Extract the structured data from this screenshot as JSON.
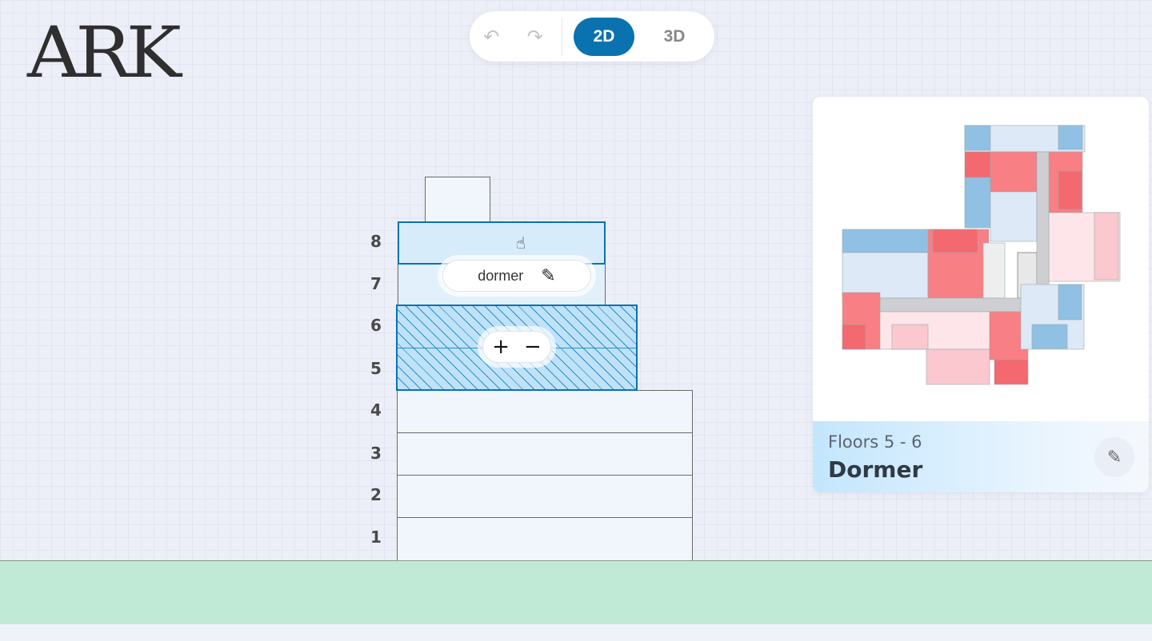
{
  "logo": {
    "text": "ARK"
  },
  "toolbar": {
    "undo_icon": "undo-icon",
    "redo_icon": "redo-icon",
    "view_2d": "2D",
    "view_3d": "3D",
    "active_view": "2D"
  },
  "building": {
    "floor_labels": [
      "8",
      "7",
      "6",
      "5",
      "4",
      "3",
      "2",
      "1"
    ],
    "selected_floor": "8",
    "selected_block_range": "5-6",
    "name_pill": {
      "label": "dormer",
      "edit_icon": "pencil-icon"
    },
    "stepper": {
      "plus": "+",
      "minus": "−"
    }
  },
  "card": {
    "subtitle": "Floors 5 - 6",
    "title": "Dormer",
    "edit_icon": "pencil-icon"
  },
  "colors": {
    "accent": "#0b72b0",
    "ground": "#c0ead5",
    "room_red": "#f87f84",
    "room_blue": "#90c0e4",
    "room_lightblue": "#dde9f7",
    "room_pink": "#fde5ea"
  }
}
